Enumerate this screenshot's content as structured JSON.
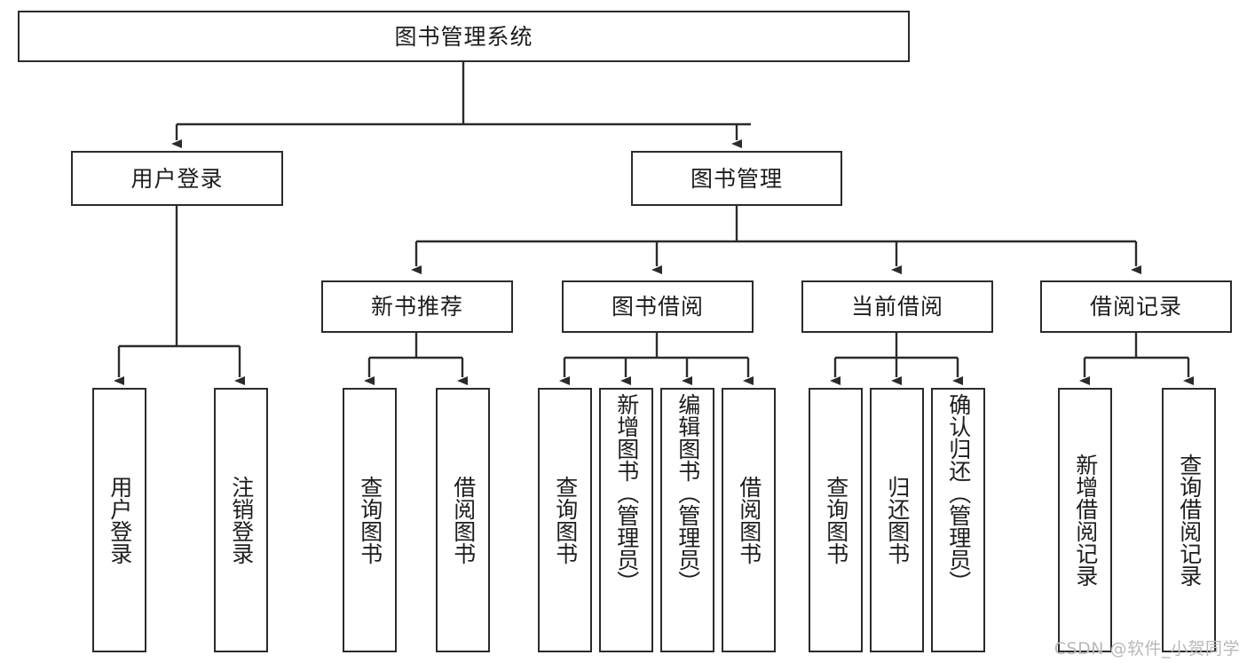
{
  "diagram": {
    "title": "图书管理系统",
    "root": {
      "label": "图书管理系统"
    },
    "level2": [
      {
        "label": "用户登录"
      },
      {
        "label": "图书管理"
      }
    ],
    "level3": [
      {
        "label": "新书推荐"
      },
      {
        "label": "图书借阅"
      },
      {
        "label": "当前借阅"
      },
      {
        "label": "借阅记录"
      }
    ],
    "leaves": [
      {
        "label": "用户登录",
        "parent": "用户登录"
      },
      {
        "label": "注销登录",
        "parent": "用户登录"
      },
      {
        "label": "查询图书",
        "parent": "新书推荐"
      },
      {
        "label": "借阅图书",
        "parent": "新书推荐"
      },
      {
        "label": "查询图书",
        "parent": "图书借阅"
      },
      {
        "label": "新增图书（管理员）",
        "parent": "图书借阅"
      },
      {
        "label": "编辑图书（管理员）",
        "parent": "图书借阅"
      },
      {
        "label": "借阅图书",
        "parent": "图书借阅"
      },
      {
        "label": "查询图书",
        "parent": "当前借阅"
      },
      {
        "label": "归还图书",
        "parent": "当前借阅"
      },
      {
        "label": "确认归还（管理员）",
        "parent": "当前借阅"
      },
      {
        "label": "新增借阅记录",
        "parent": "借阅记录"
      },
      {
        "label": "查询借阅记录",
        "parent": "借阅记录"
      }
    ]
  },
  "watermark": {
    "text": "CSDN @软件_小贺同学"
  },
  "colors": {
    "stroke": "#2b2b2b",
    "fill": "#ffffff",
    "text": "#1d1d1d",
    "watermark": "#b9b9b9"
  }
}
